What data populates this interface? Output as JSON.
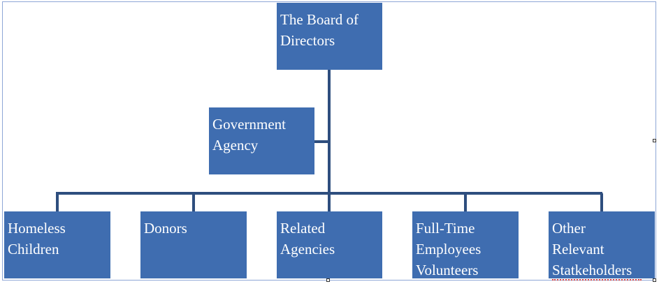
{
  "org_chart": {
    "top": {
      "label": "The Board of\nDirectors"
    },
    "assistant": {
      "label": "Government\nAgency"
    },
    "children": [
      {
        "label": "Homeless\nChildren"
      },
      {
        "label": "Donors"
      },
      {
        "label": "Related\nAgencies"
      },
      {
        "label": "Full-Time\nEmployees\nVolunteers"
      },
      {
        "label": "Other\nRelevant\nStatkeholders"
      }
    ]
  },
  "colors": {
    "box_fill": "#3f6db0",
    "connector": "#2e4e7e",
    "frame_border": "#8ea6d6",
    "spellcheck_underline": "#d03a3a"
  }
}
